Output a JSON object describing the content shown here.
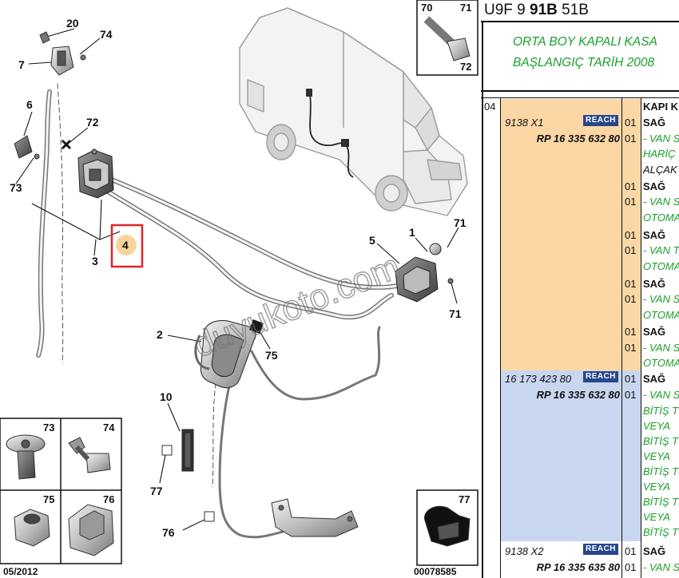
{
  "diagram": {
    "callouts": [
      "20",
      "74",
      "7",
      "6",
      "72",
      "73",
      "4",
      "3",
      "71",
      "5",
      "1",
      "71",
      "2",
      "75",
      "10",
      "77",
      "76"
    ],
    "watermark": "duyukoto.com",
    "date_label": "05/2012",
    "ref_number": "00078585",
    "hardware_left": [
      "73",
      "74",
      "75",
      "76"
    ],
    "hardware_top": [
      "70",
      "71",
      "72"
    ],
    "hardware_bottom": "77",
    "highlight_color": "#e0262a",
    "highlight_fill": "#f7cf91"
  },
  "panel": {
    "code_prefix": "U9F 9",
    "code_bold": "91B",
    "code_suffix": "51B",
    "desc_line1": "ORTA BOY KAPALI KASA",
    "desc_line2": "BAŞLANGIÇ TARİH 2008",
    "position_code": "04",
    "header_label": "KAPI K",
    "reach_label": "REACH",
    "band_colors": {
      "orange": "#fbd7a6",
      "blue": "#c8d6ef"
    },
    "rows": [
      {
        "part": "9138 X1",
        "ref": "RP 16 335 632 80",
        "qty1": "01",
        "label": "SAĞ",
        "qty2": "01",
        "notes": [
          "- VAN S",
          "HARİÇ",
          "ALÇAK"
        ],
        "extra": [
          {
            "qty": "01",
            "label": "SAĞ",
            "notes": [
              "- VAN S",
              "OTOMA"
            ]
          },
          {
            "qty": "01",
            "label": "SAĞ",
            "notes": [
              "- VAN T",
              "OTOMA"
            ]
          },
          {
            "qty": "01",
            "label": "SAĞ",
            "notes": [
              "- VAN S",
              "OTOMA"
            ]
          },
          {
            "qty": "01",
            "label": "SAĞ",
            "notes": [
              "- VAN S",
              "OTOMA"
            ]
          }
        ]
      },
      {
        "part": "16 173 423 80",
        "ref": "RP 16 335 632 80",
        "qty1": "01",
        "label": "SAĞ",
        "qty2": "01",
        "notes": [
          "- VAN S",
          "BİTİŞ T",
          "VEYA",
          "BİTİŞ T",
          "VEYA",
          "BİTİŞ T",
          "VEYA",
          "BİTİŞ T",
          "VEYA",
          "BİTİŞ T"
        ]
      },
      {
        "part": "9138 X2",
        "ref": "RP 16 335 635 80",
        "qty1": "01",
        "label": "SAĞ",
        "qty2": "01",
        "notes": [
          "- VAN S"
        ]
      }
    ]
  }
}
